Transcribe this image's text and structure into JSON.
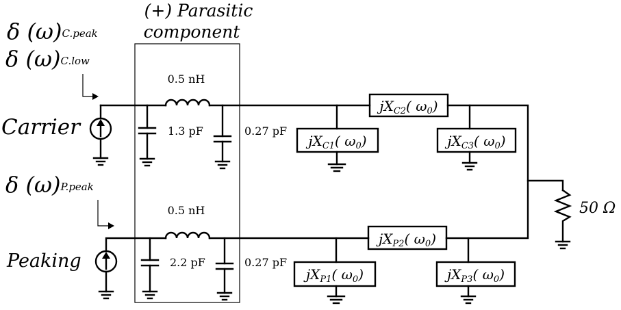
{
  "box": {
    "title_line1": "(+) Parasitic",
    "title_line2": "component"
  },
  "carrier": {
    "label": "Carrier",
    "delta_peak_main": "δ (ω)",
    "delta_peak_sub": "C.peak",
    "delta_low_main": "δ (ω)",
    "delta_low_sub": "C.low",
    "inductor": "0.5 nH",
    "cap_left": "1.3 pF",
    "cap_right": "0.27 pF",
    "xc1": {
      "pre": "jX",
      "sub": "C1",
      "post": "( ω",
      "sub2": "0",
      "close": ")"
    },
    "xc2": {
      "pre": "jX",
      "sub": "C2",
      "post": "( ω",
      "sub2": "0",
      "close": ")"
    },
    "xc3": {
      "pre": "jX",
      "sub": "C3",
      "post": "( ω",
      "sub2": "0",
      "close": ")"
    }
  },
  "peaking": {
    "label": "Peaking",
    "delta_main": "δ (ω)",
    "delta_sub": "P.peak",
    "inductor": "0.5 nH",
    "cap_left": "2.2 pF",
    "cap_right": "0.27 pF",
    "xp1": {
      "pre": "jX",
      "sub": "P1",
      "post": "( ω",
      "sub2": "0",
      "close": ")"
    },
    "xp2": {
      "pre": "jX",
      "sub": "P2",
      "post": "( ω",
      "sub2": "0",
      "close": ")"
    },
    "xp3": {
      "pre": "jX",
      "sub": "P3",
      "post": "( ω",
      "sub2": "0",
      "close": ")"
    }
  },
  "load": {
    "label": "50 Ω"
  }
}
